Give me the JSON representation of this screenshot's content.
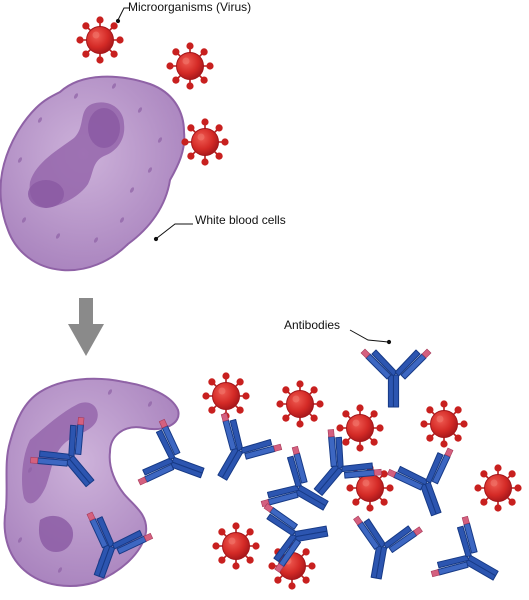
{
  "labels": {
    "virus": "Microorganisms (Virus)",
    "white_blood_cells": "White blood cells",
    "antibodies": "Antibodies"
  },
  "colors": {
    "virus_fill": "#d42a26",
    "virus_dark": "#a4161a",
    "cell_fill": "#b48fc6",
    "cell_stroke": "#8f62a6",
    "nucleus": "#9566ab",
    "antibody_fill": "#2c55b0",
    "antibody_stroke": "#173a86",
    "antibody_tip": "#d4607f",
    "arrow": "#8a8a8a"
  },
  "icons": [
    "virus-particle",
    "white-blood-cell",
    "antibody",
    "down-arrow"
  ]
}
